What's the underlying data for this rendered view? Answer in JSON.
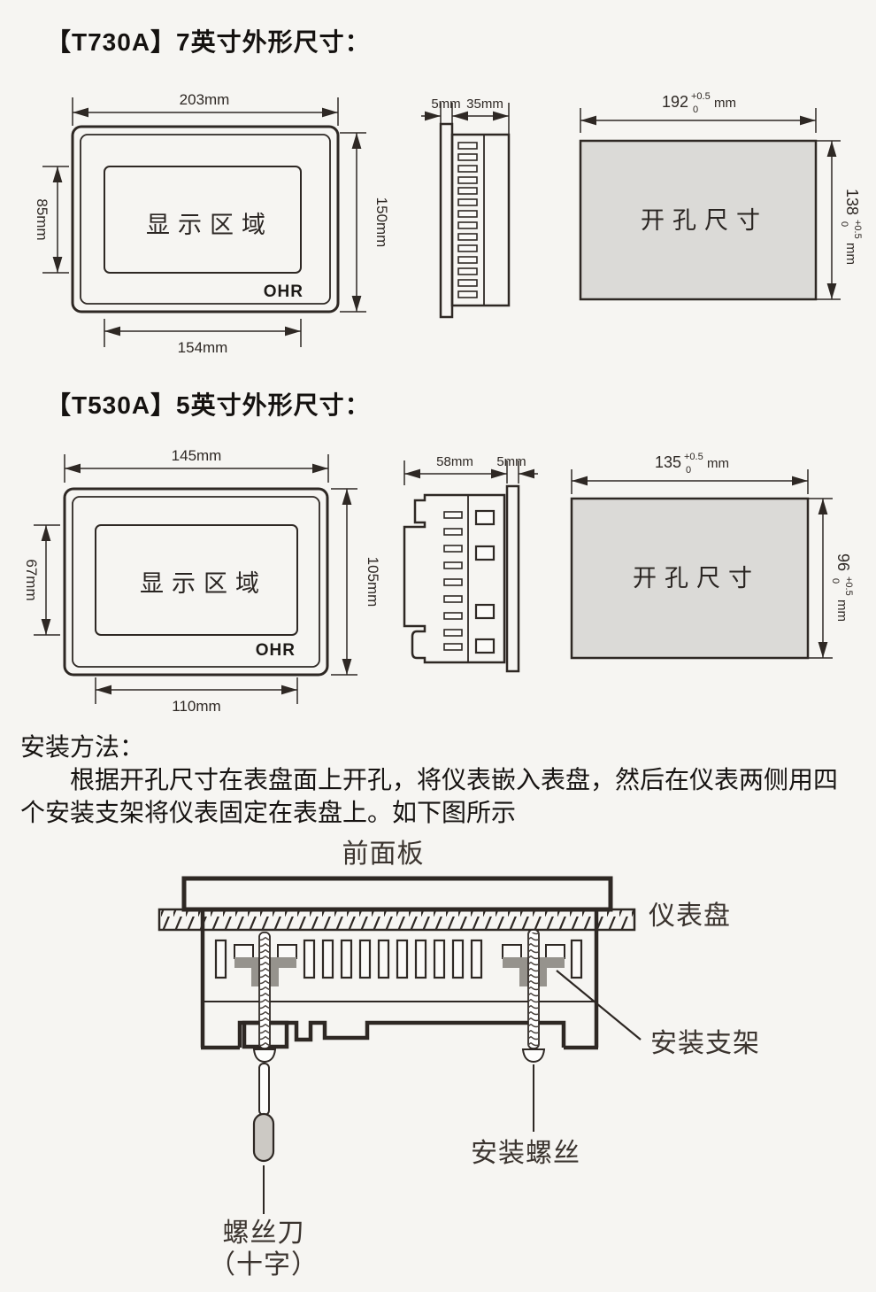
{
  "page": {
    "background": "#f6f5f2",
    "ink": "#2e2824",
    "cutout_fill": "#dbdad7",
    "bracket_gray": "#96938d",
    "handle_gray": "#ccc9c4"
  },
  "t730a": {
    "title": "【T730A】7英寸外形尺寸：",
    "front": {
      "width": "203mm",
      "display_height": "85mm",
      "height": "150mm",
      "display_width": "154mm",
      "display_label": "显示区域",
      "logo": "OHR"
    },
    "side": {
      "bezel_depth": "5mm",
      "body_depth": "35mm"
    },
    "cutout": {
      "label": "开孔尺寸",
      "w_base": "192",
      "w_sup": "+0.5",
      "w_sub": "0",
      "w_unit": "mm",
      "h_base": "138",
      "h_sup": "+0.5",
      "h_sub": "0",
      "h_unit": "mm"
    }
  },
  "t530a": {
    "title": "【T530A】5英寸外形尺寸：",
    "front": {
      "width": "145mm",
      "display_height": "67mm",
      "height": "105mm",
      "display_width": "110mm",
      "display_label": "显示区域",
      "logo": "OHR"
    },
    "side": {
      "body_depth": "58mm",
      "bezel_depth": "5mm"
    },
    "cutout": {
      "label": "开孔尺寸",
      "w_base": "135",
      "w_sup": "+0.5",
      "w_sub": "0",
      "w_unit": "mm",
      "h_base": "96",
      "h_sup": "+0.5",
      "h_sub": "0",
      "h_unit": "mm"
    }
  },
  "install": {
    "heading": "安装方法：",
    "body_line1": "根据开孔尺寸在表盘面上开孔，将仪表嵌入表盘，然后在仪表两侧用四",
    "body_line2": "个安装支架将仪表固定在表盘上。如下图所示",
    "labels": {
      "front_panel": "前面板",
      "instrument_panel": "仪表盘",
      "mount_bracket": "安装支架",
      "mount_screw": "安装螺丝",
      "screwdriver_line1": "螺丝刀",
      "screwdriver_line2": "（十字）"
    }
  }
}
